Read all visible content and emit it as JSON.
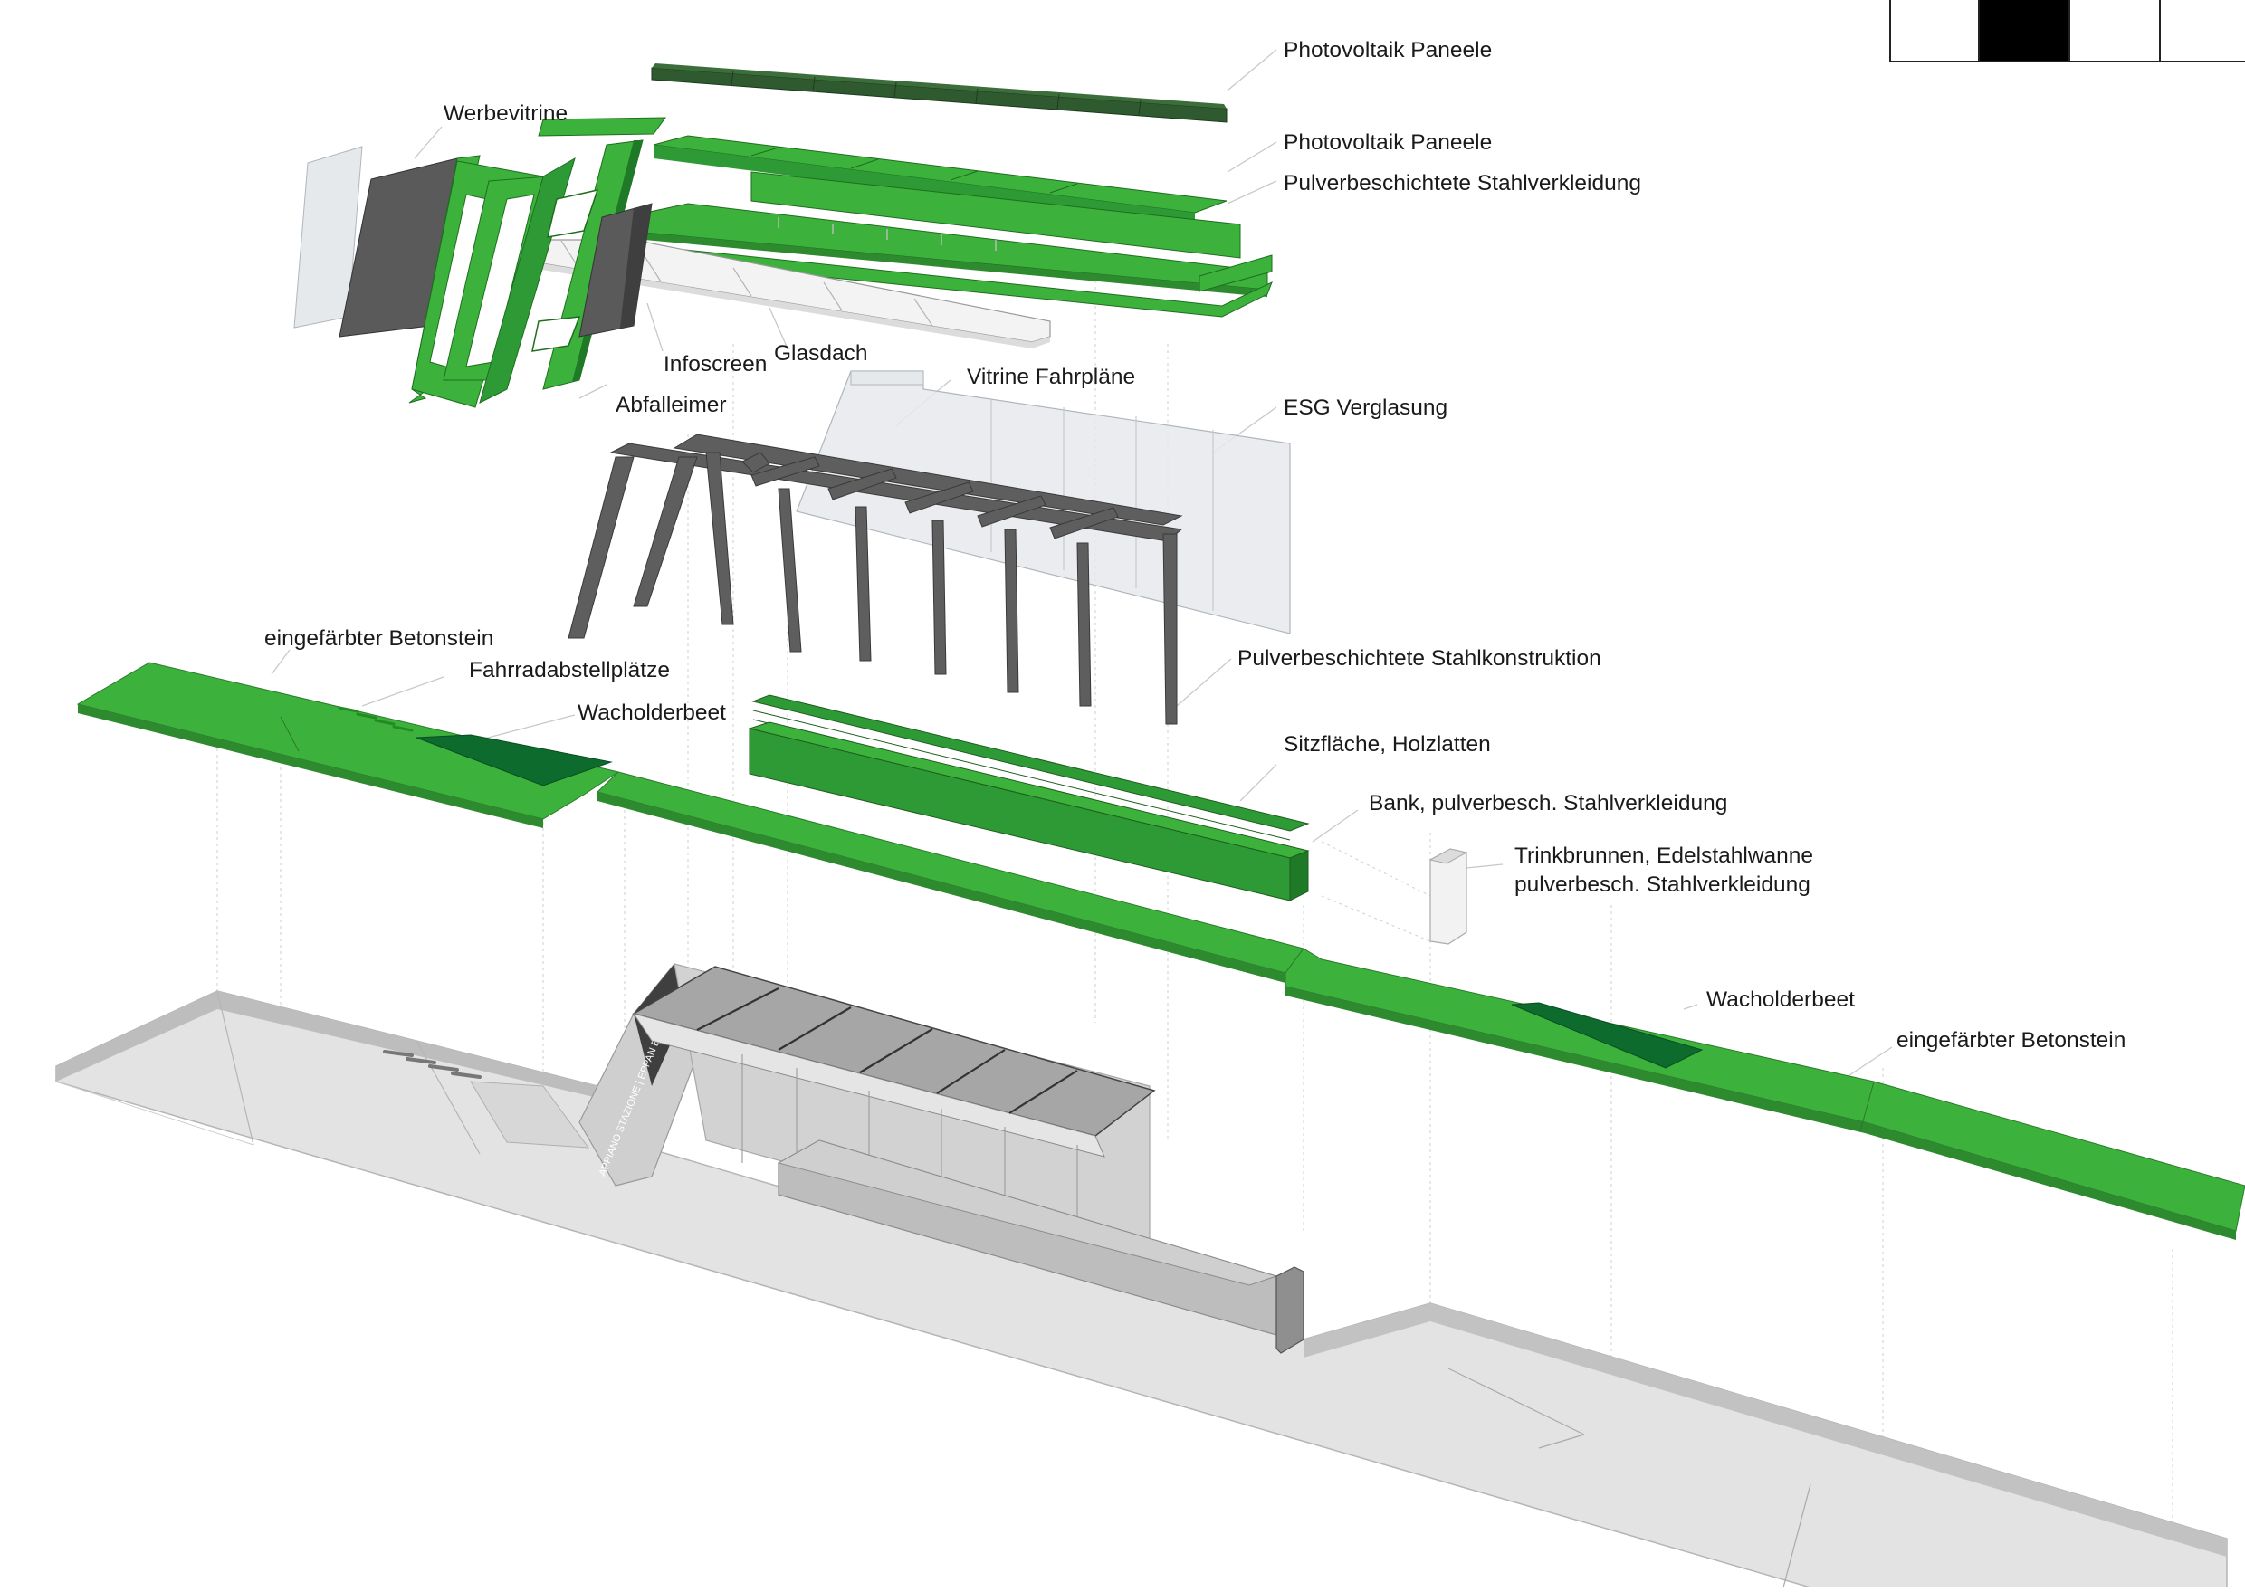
{
  "labels": {
    "photovoltaik_top": "Photovoltaik Paneele",
    "photovoltaik_mid": "Photovoltaik Paneele",
    "pulver_stahlverkleidung": "Pulverbeschichtete Stahlverkleidung",
    "werbevitrine": "Werbevitrine",
    "infoscreen": "Infoscreen",
    "glasdach": "Glasdach",
    "abfalleimer": "Abfalleimer",
    "vitrine_fahrplaene": "Vitrine Fahrpläne",
    "esg_verglasung": "ESG Verglasung",
    "eingefaerbter_betonstein_left": "eingefärbter Betonstein",
    "fahrradabstellplaetze": "Fahrradabstellplätze",
    "wacholderbeet_left": "Wacholderbeet",
    "pulver_stahlkonstruktion": "Pulverbeschichtete Stahlkonstruktion",
    "sitzflaeche": "Sitzfläche, Holzlatten",
    "bank": "Bank, pulverbesch. Stahlverkleidung",
    "trinkbrunnen_line1": "Trinkbrunnen, Edelstahlwanne",
    "trinkbrunnen_line2": "pulverbesch. Stahlverkleidung",
    "wacholderbeet_right": "Wacholderbeet",
    "eingefaerbter_betonstein_right": "eingefärbter Betonstein",
    "shelter_sign": "APPIANO STAZIONE | EPPAN BAHNHOF"
  },
  "colors": {
    "green_bright": "#3cb23c",
    "green_mid": "#2e9a36",
    "green_dark": "#0d6b2e",
    "green_pv": "#2f5a2f",
    "steel": "#5e5e5e",
    "glass": "#e6e9ec",
    "ground_light": "#e3e3e3",
    "ground_mid": "#b9b9b9"
  },
  "legend_boxes": [
    "white",
    "black",
    "white",
    "white"
  ]
}
